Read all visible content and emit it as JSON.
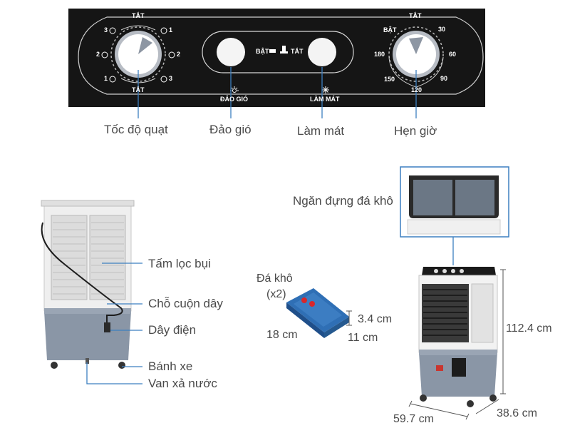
{
  "control_panel": {
    "fan_dial": {
      "top": "TẮT",
      "bottom": "TẮT",
      "left_marks": [
        "3",
        "2",
        "1"
      ],
      "right_marks": [
        "1",
        "2",
        "3"
      ]
    },
    "swing_button": {
      "label": "ĐẢO GIÓ"
    },
    "switch_legend": {
      "on": "BẬT",
      "off": "TẮT"
    },
    "cool_button": {
      "label": "LÀM MÁT"
    },
    "timer_dial": {
      "marks": [
        "TẮT",
        "BẬT",
        "30",
        "60",
        "90",
        "120",
        "150",
        "180"
      ]
    }
  },
  "panel_callouts": {
    "fan_speed": "Tốc độ quạt",
    "swing": "Đảo gió",
    "cooling": "Làm mát",
    "timer": "Hẹn giờ"
  },
  "rear_view": {
    "labels": {
      "filter": "Tấm lọc bụi",
      "cord_wrap": "Chỗ cuộn dây",
      "power_cord": "Dây điện",
      "wheels": "Bánh xe",
      "drain_valve": "Van xả nước"
    }
  },
  "ice_pack": {
    "title": "Đá khô",
    "quantity": "(x2)",
    "length": "18 cm",
    "width": "11 cm",
    "thickness": "3.4 cm"
  },
  "ice_compartment": {
    "label": "Ngăn đựng đá khô"
  },
  "front_view": {
    "height": "112.4 cm",
    "width": "59.7 cm",
    "depth": "38.6 cm"
  },
  "colors": {
    "panel_bg": "#151515",
    "body_white": "#f2f2f2",
    "tank_grey": "#8a96a6",
    "ice_blue": "#2f6fb5",
    "callout_line": "#3c7fc0"
  }
}
